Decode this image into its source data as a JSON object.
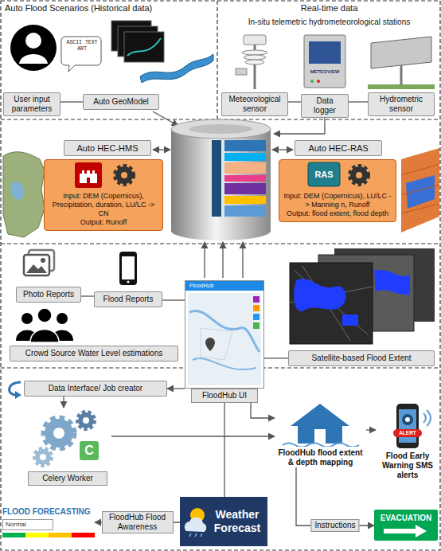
{
  "diagram": {
    "nodes": [
      {
        "text": [
          "Auto Flood Scenarios (Historical data)"
        ]
      },
      {
        "text": [
          "Real-time data",
          "In-situ telemetric hydrometeorological stations"
        ]
      },
      {
        "text": [
          "User input parameters"
        ],
        "in": 0
      },
      {
        "text": [
          "Auto GeoModel"
        ],
        "in": 0
      },
      {
        "text": [
          "Meteorological sensor"
        ],
        "in": 1
      },
      {
        "text": [
          "Data logger"
        ],
        "in": 1
      },
      {
        "text": [
          "Hydrometric sensor"
        ],
        "in": 1
      },
      {
        "text": [
          "Auto HEC-HMS"
        ]
      },
      {
        "text": [
          "Input: DEM (Copernicus), Precipitation, duration, LU/LC -> CN",
          "Output: Runoff"
        ]
      },
      {
        "text": [
          "Auto HEC-RAS"
        ]
      },
      {
        "text": [
          "Input: DEM (Copernicus), LU/LC -> Manning n, Runoff",
          "Output: flood extent, flood depth"
        ]
      },
      {
        "text": [
          "Photo Reports"
        ]
      },
      {
        "text": [
          "Flood Reports"
        ]
      },
      {
        "text": [
          "Crowd Source Water Level estimations"
        ]
      },
      {
        "text": [
          "Satellite-based Flood Extent"
        ]
      },
      {
        "text": [
          "Data Interface/ Job creator"
        ]
      },
      {
        "text": [
          "FloodHub",
          "FloodHub UI"
        ]
      },
      {
        "text": [
          "Celery Worker"
        ]
      },
      {
        "text": [
          "FloodHub flood extent & depth mapping"
        ]
      },
      {
        "text": [
          "Flood Early Warning SMS alerts"
        ]
      },
      {
        "text": [
          "FLOOD FORECASTING",
          "Normal"
        ]
      },
      {
        "text": [
          "Weather Forecast"
        ]
      },
      {
        "text": [
          "EVACUATION"
        ]
      }
    ],
    "edges": [
      {
        "from": 2,
        "to": 3,
        "arrow": "none"
      },
      {
        "from": 4,
        "to": 5,
        "arrow": "none"
      },
      {
        "from": 6,
        "to": 5,
        "arrow": "none"
      },
      {
        "from": 11,
        "to": 12,
        "arrow": "none"
      },
      {
        "from": 12,
        "to": 16,
        "arrow": "none"
      },
      {
        "from": 14,
        "to": 16,
        "arrow": "none"
      },
      {
        "from": 16,
        "to": 15,
        "arrow": "to"
      },
      {
        "from": 15,
        "to": 17,
        "arrow": "to"
      },
      {
        "from": 17,
        "to": 18,
        "arrow": "to"
      },
      {
        "from": 16,
        "to": 18,
        "arrow": "to"
      },
      {
        "from": 18,
        "to": 19,
        "arrow": "to"
      },
      {
        "from": 18,
        "to": 22,
        "label": "Instructions",
        "arrow": "to"
      },
      {
        "from": 21,
        "to": 20,
        "label": "FloodHub Flood Awareness",
        "arrow": "to"
      },
      {
        "from": 16,
        "to": 21,
        "arrow": "none"
      }
    ],
    "labels": [
      "ASCII TEXT ART",
      "METEOVIEW",
      "RAS",
      "C",
      "ALERT"
    ]
  }
}
